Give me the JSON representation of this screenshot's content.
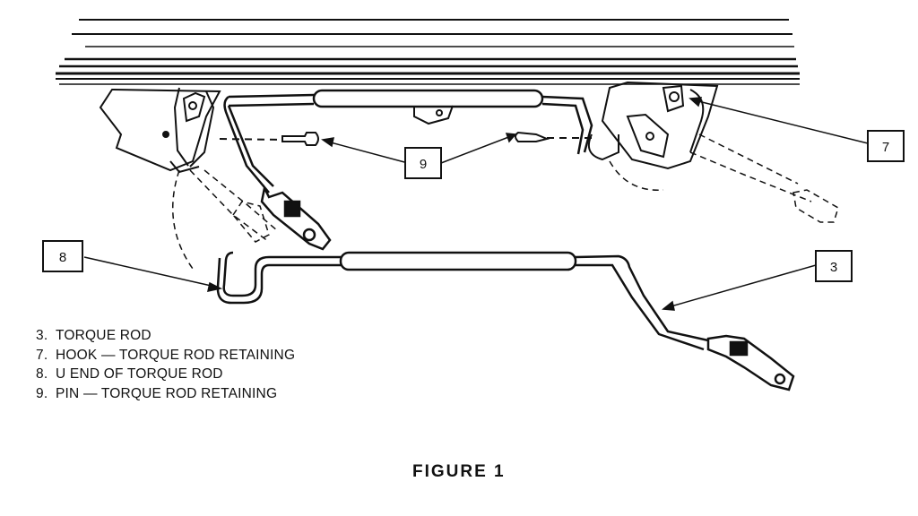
{
  "callouts": [
    {
      "id": "9",
      "label": "9"
    },
    {
      "id": "7",
      "label": "7"
    },
    {
      "id": "8",
      "label": "8"
    },
    {
      "id": "3",
      "label": "3"
    }
  ],
  "legend": [
    {
      "number": "3.",
      "text": "TORQUE ROD"
    },
    {
      "number": "7.",
      "text": "HOOK — TORQUE ROD RETAINING"
    },
    {
      "number": "8.",
      "text": "U END OF TORQUE ROD"
    },
    {
      "number": "9.",
      "text": "PIN — TORQUE ROD RETAINING"
    }
  ],
  "caption": "FIGURE   1",
  "colors": {
    "ink": "#111111",
    "paper": "#ffffff"
  }
}
